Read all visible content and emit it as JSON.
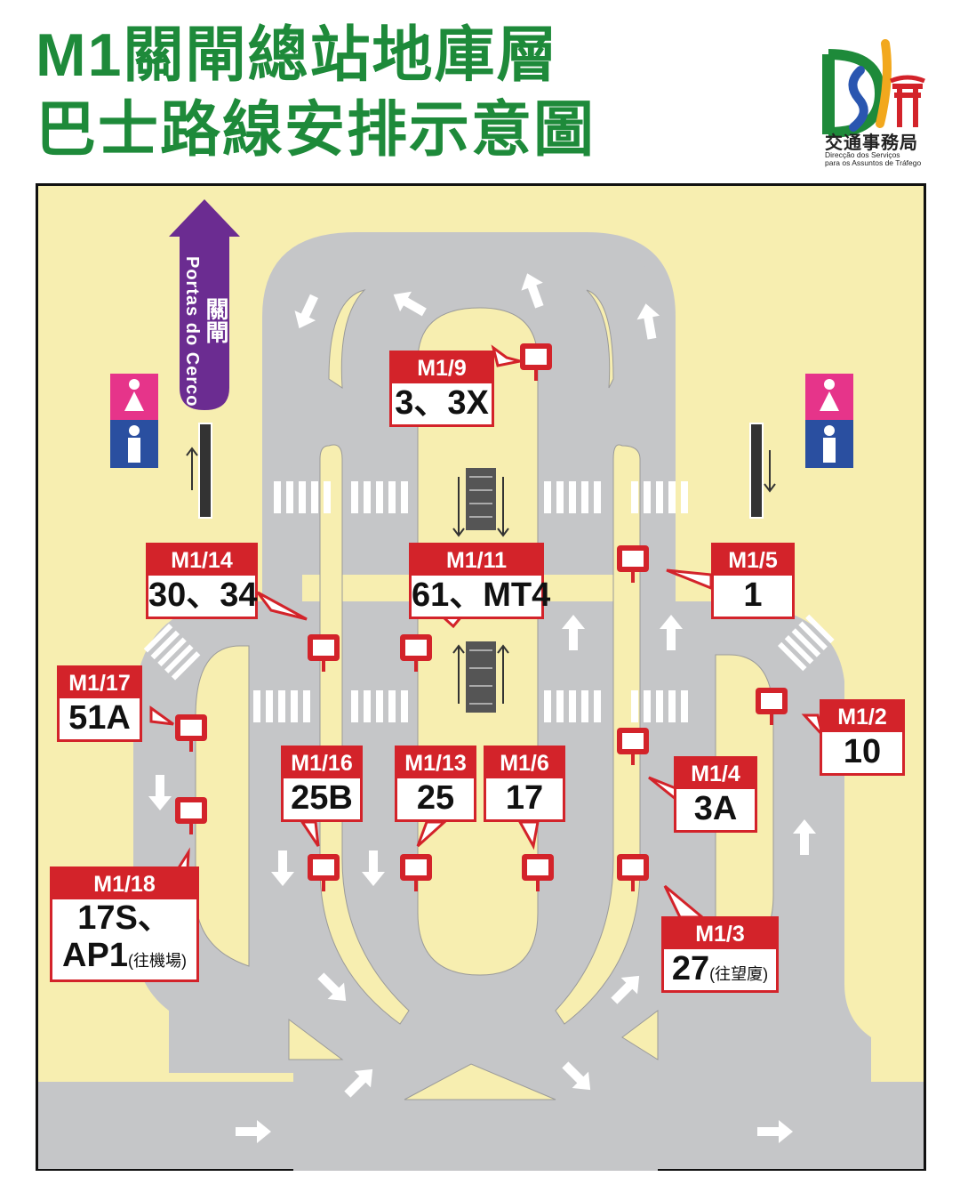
{
  "header": {
    "title_line1": "M1關閘總站地庫層",
    "title_line2": "巴士路線安排示意圖"
  },
  "logo": {
    "name_cn": "交通事務局",
    "name_pt_line1": "Direcção dos Serviços",
    "name_pt_line2": "para os Assuntos de Tráfego"
  },
  "direction": {
    "label_cn": "關閘",
    "label_pt": "Portas do Cerco"
  },
  "stops": [
    {
      "code": "M1/9",
      "routes": "3、3X",
      "note": ""
    },
    {
      "code": "M1/14",
      "routes": "30、34",
      "note": ""
    },
    {
      "code": "M1/11",
      "routes": "61、MT4",
      "note": ""
    },
    {
      "code": "M1/5",
      "routes": "1",
      "note": ""
    },
    {
      "code": "M1/17",
      "routes": "51A",
      "note": ""
    },
    {
      "code": "M1/2",
      "routes": "10",
      "note": ""
    },
    {
      "code": "M1/16",
      "routes": "25B",
      "note": ""
    },
    {
      "code": "M1/13",
      "routes": "25",
      "note": ""
    },
    {
      "code": "M1/6",
      "routes": "17",
      "note": ""
    },
    {
      "code": "M1/4",
      "routes": "3A",
      "note": ""
    },
    {
      "code": "M1/18",
      "routes": "17S、",
      "routes2": "AP1",
      "note": "(往機場)"
    },
    {
      "code": "M1/3",
      "routes": "27",
      "note": "(往望廈)"
    }
  ],
  "colors": {
    "title_green": "#1e8a3a",
    "stop_red": "#d3232a",
    "road_gray": "#c5c6c8",
    "ground_yellow": "#f7eeb0",
    "direction_purple": "#6b2c91",
    "toilet_pink": "#e6348a",
    "toilet_blue": "#2a4fa0"
  },
  "icons": [
    "bus-stop-sign-icon",
    "arrow-icon",
    "escalator-icon",
    "toilet-female-icon",
    "toilet-male-icon",
    "crosswalk-icon"
  ]
}
